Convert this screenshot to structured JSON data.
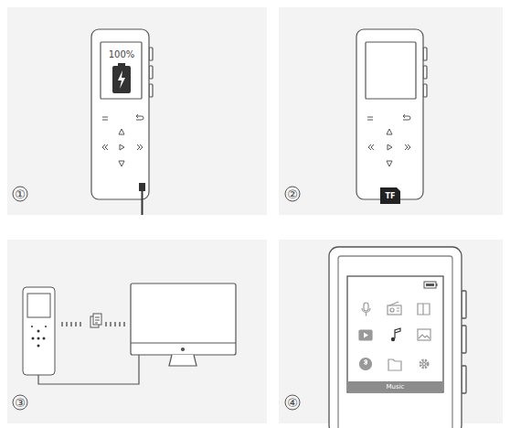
{
  "diagram": {
    "labels": [
      "100%",
      "TF",
      "Music",
      "①",
      "②",
      "③",
      "④"
    ]
  }
}
